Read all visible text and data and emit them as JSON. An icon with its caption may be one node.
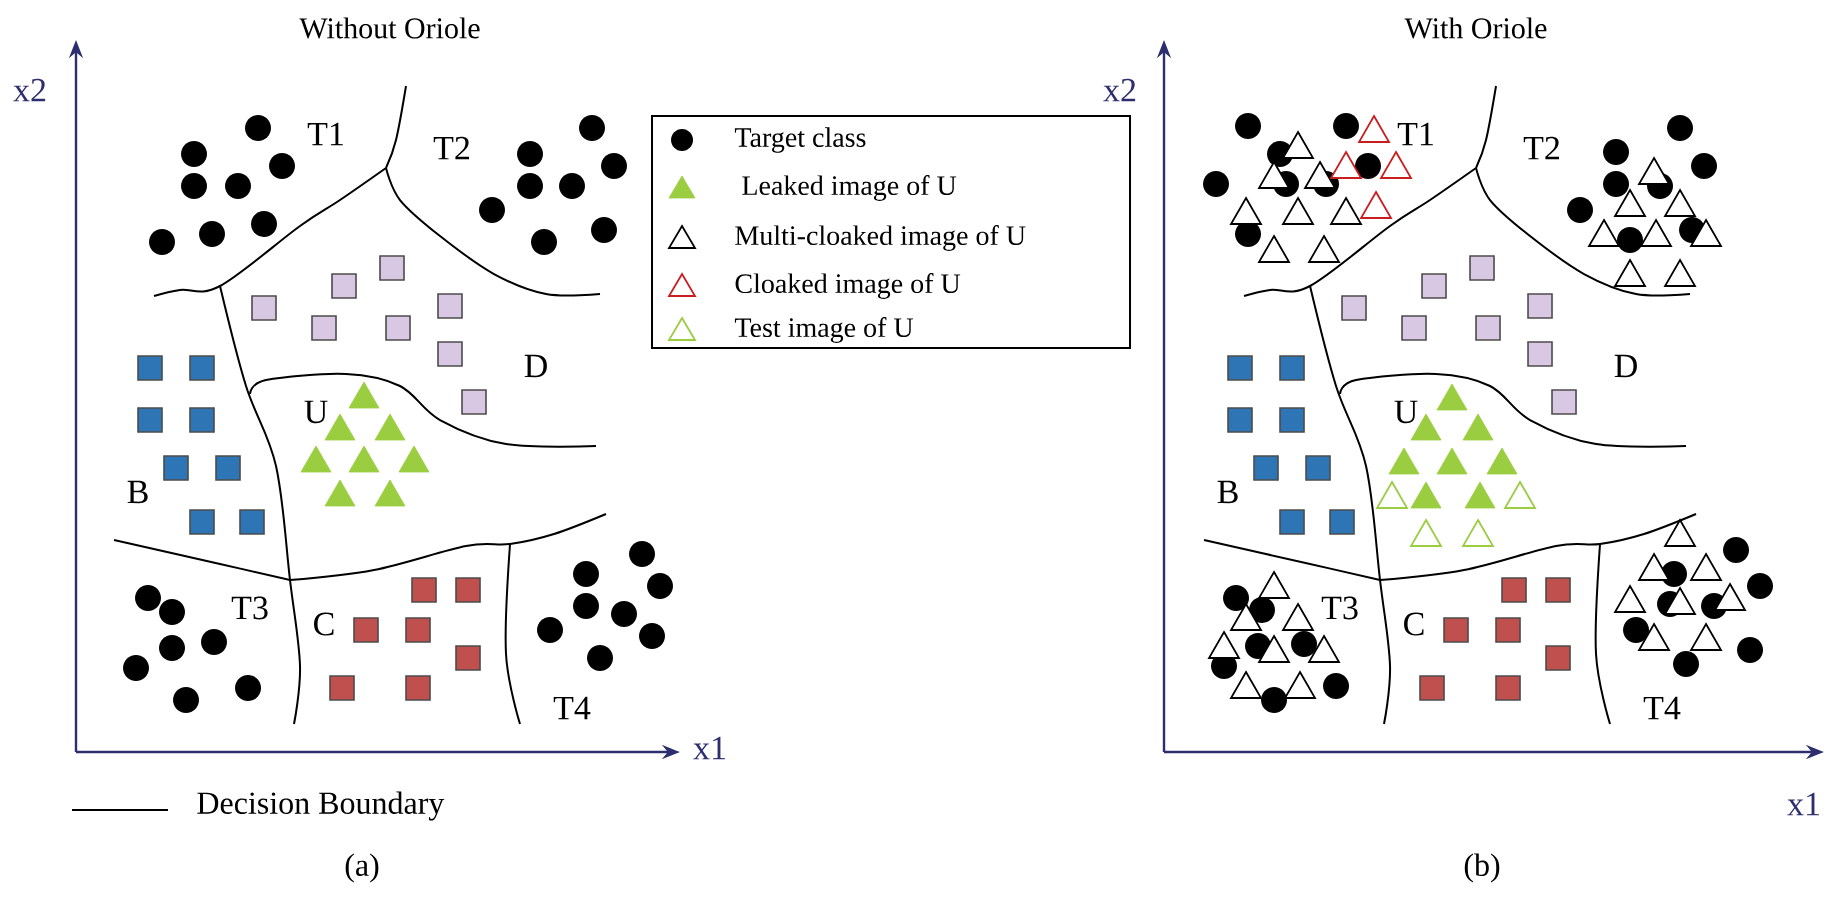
{
  "diagram": {
    "labels": [
      "Without Oriole",
      "With Oriole",
      "x2",
      "x2",
      "T1",
      "T2",
      "D",
      "U",
      "B",
      "T3",
      "C",
      "T4",
      "T1",
      "T2",
      "D",
      "U",
      "B",
      "T3",
      "C",
      "T4",
      "x1",
      "x1",
      "(a)",
      "(b)"
    ],
    "legend": [
      {
        "text": "Target class"
      },
      {
        "text": " Leaked image of U"
      },
      {
        "text": "Multi-cloaked image of U"
      },
      {
        "text": "Cloaked image of U"
      },
      {
        "text": "Test image of U"
      },
      {
        "text": "Decision Boundary"
      }
    ]
  }
}
